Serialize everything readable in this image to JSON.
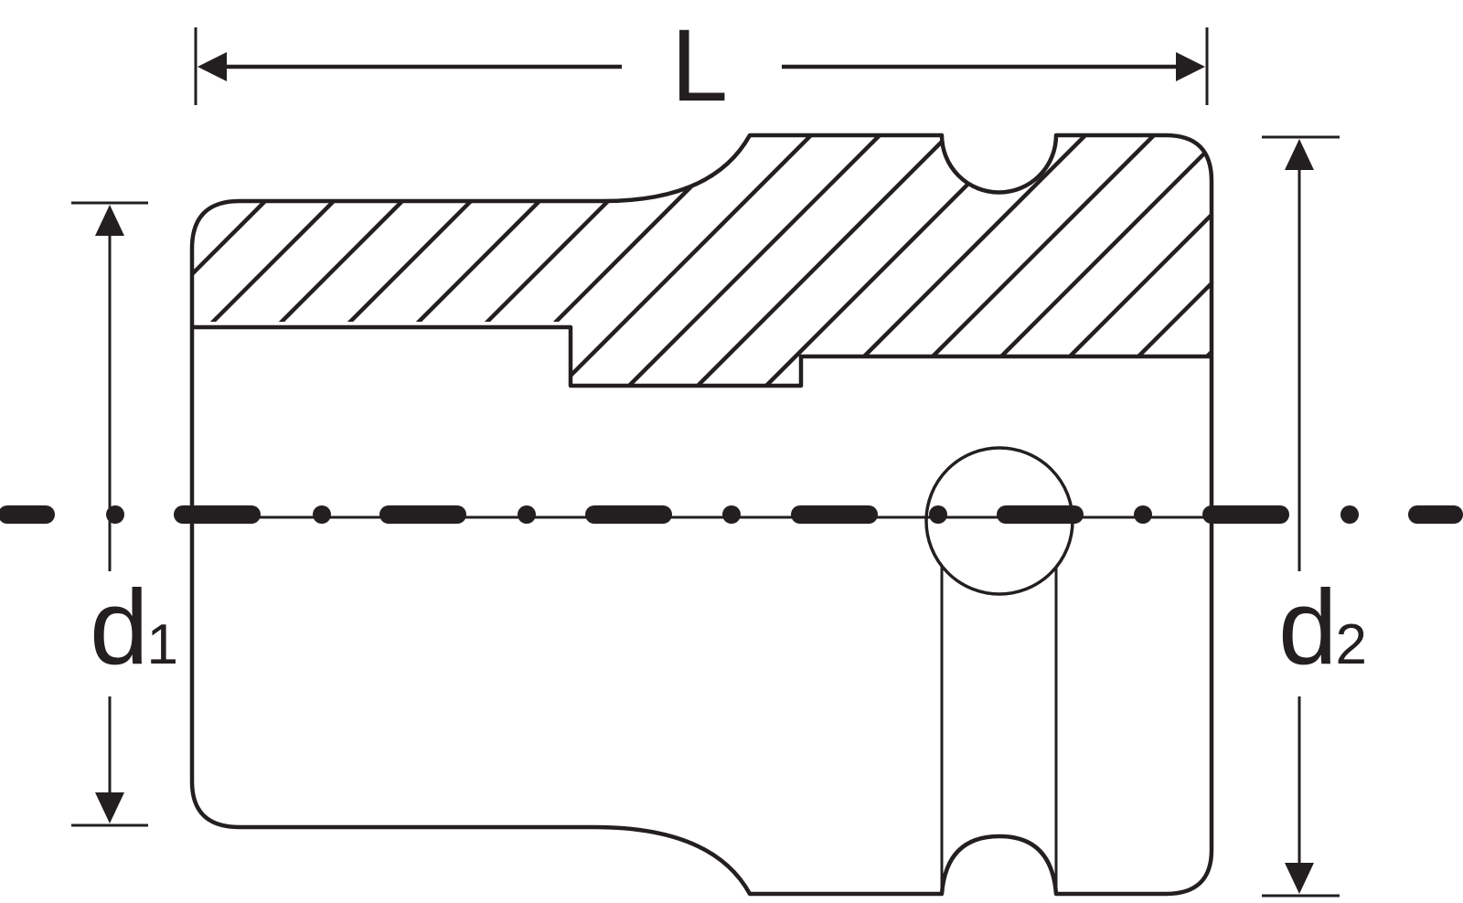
{
  "diagram": {
    "type": "technical-drawing",
    "subject": "impact socket cross-section",
    "stroke_color": "#231f20",
    "background": "#ffffff",
    "dimensions": {
      "length": {
        "label": "L"
      },
      "d1": {
        "label": "d",
        "subscript": "1"
      },
      "d2": {
        "label": "d",
        "subscript": "2"
      }
    },
    "features": [
      "hatched-section-upper-half",
      "centerline",
      "cross-hole",
      "pin-groove"
    ]
  }
}
